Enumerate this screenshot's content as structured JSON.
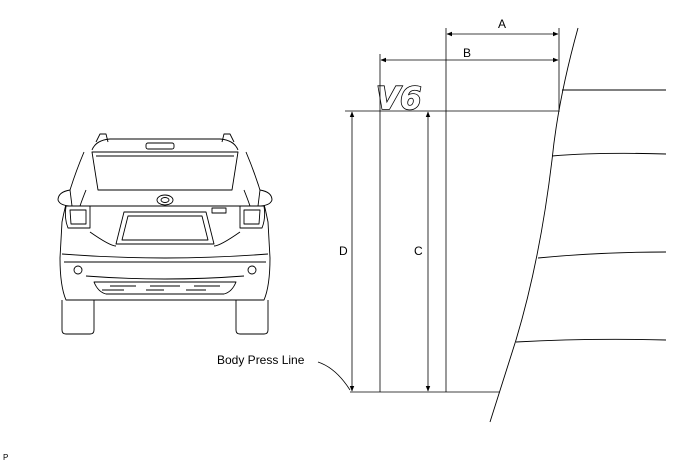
{
  "emblem": {
    "text": "V6"
  },
  "dimensions": {
    "a": "A",
    "b": "B",
    "c": "C",
    "d": "D"
  },
  "labels": {
    "body_press_line": "Body Press Line"
  },
  "figure_code": "P"
}
